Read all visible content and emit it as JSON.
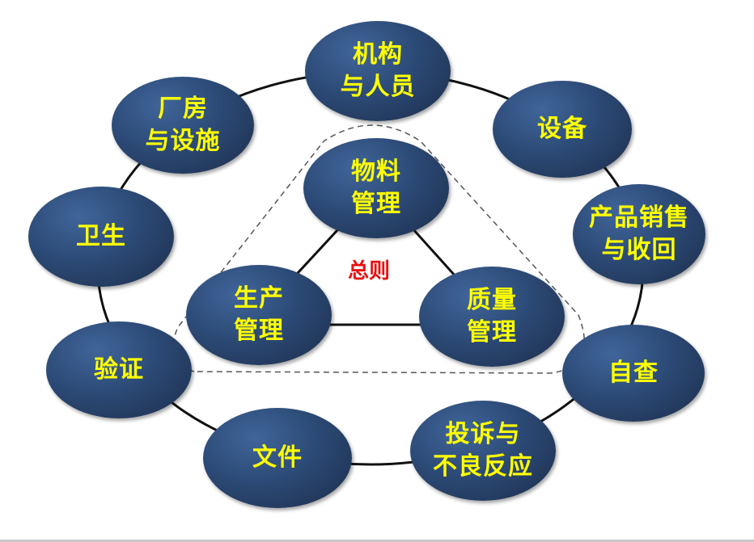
{
  "center_label": "总则",
  "outer_nodes": [
    {
      "id": "org",
      "lines": [
        "机构",
        "与人员"
      ]
    },
    {
      "id": "equipment",
      "lines": [
        "设备"
      ]
    },
    {
      "id": "sales",
      "lines": [
        "产品销售",
        "与收回"
      ]
    },
    {
      "id": "self-inspection",
      "lines": [
        "自查"
      ]
    },
    {
      "id": "complaints",
      "lines": [
        "投诉与",
        "不良反应"
      ]
    },
    {
      "id": "documents",
      "lines": [
        "文件"
      ]
    },
    {
      "id": "validation",
      "lines": [
        "验证"
      ]
    },
    {
      "id": "hygiene",
      "lines": [
        "卫生"
      ]
    },
    {
      "id": "facilities",
      "lines": [
        "厂房",
        "与设施"
      ]
    }
  ],
  "inner_nodes": [
    {
      "id": "materials",
      "lines": [
        "物料",
        "管理"
      ]
    },
    {
      "id": "production",
      "lines": [
        "生产",
        "管理"
      ]
    },
    {
      "id": "quality",
      "lines": [
        "质量",
        "管理"
      ]
    }
  ],
  "colors": {
    "node_text": "#ffff00",
    "center_text": "#e81010",
    "node_fill": "#2c4a76"
  }
}
